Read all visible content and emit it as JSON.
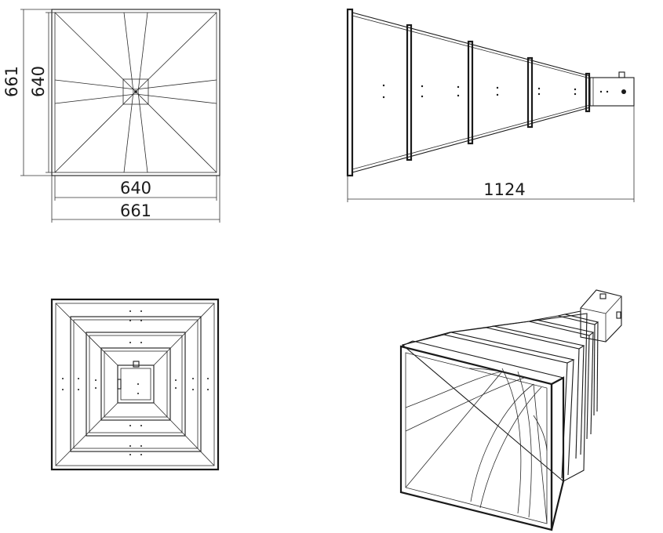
{
  "dimensions": {
    "front_height_outer": "661",
    "front_height_inner": "640",
    "front_width_inner": "640",
    "front_width_outer": "661",
    "side_length": "1124"
  }
}
